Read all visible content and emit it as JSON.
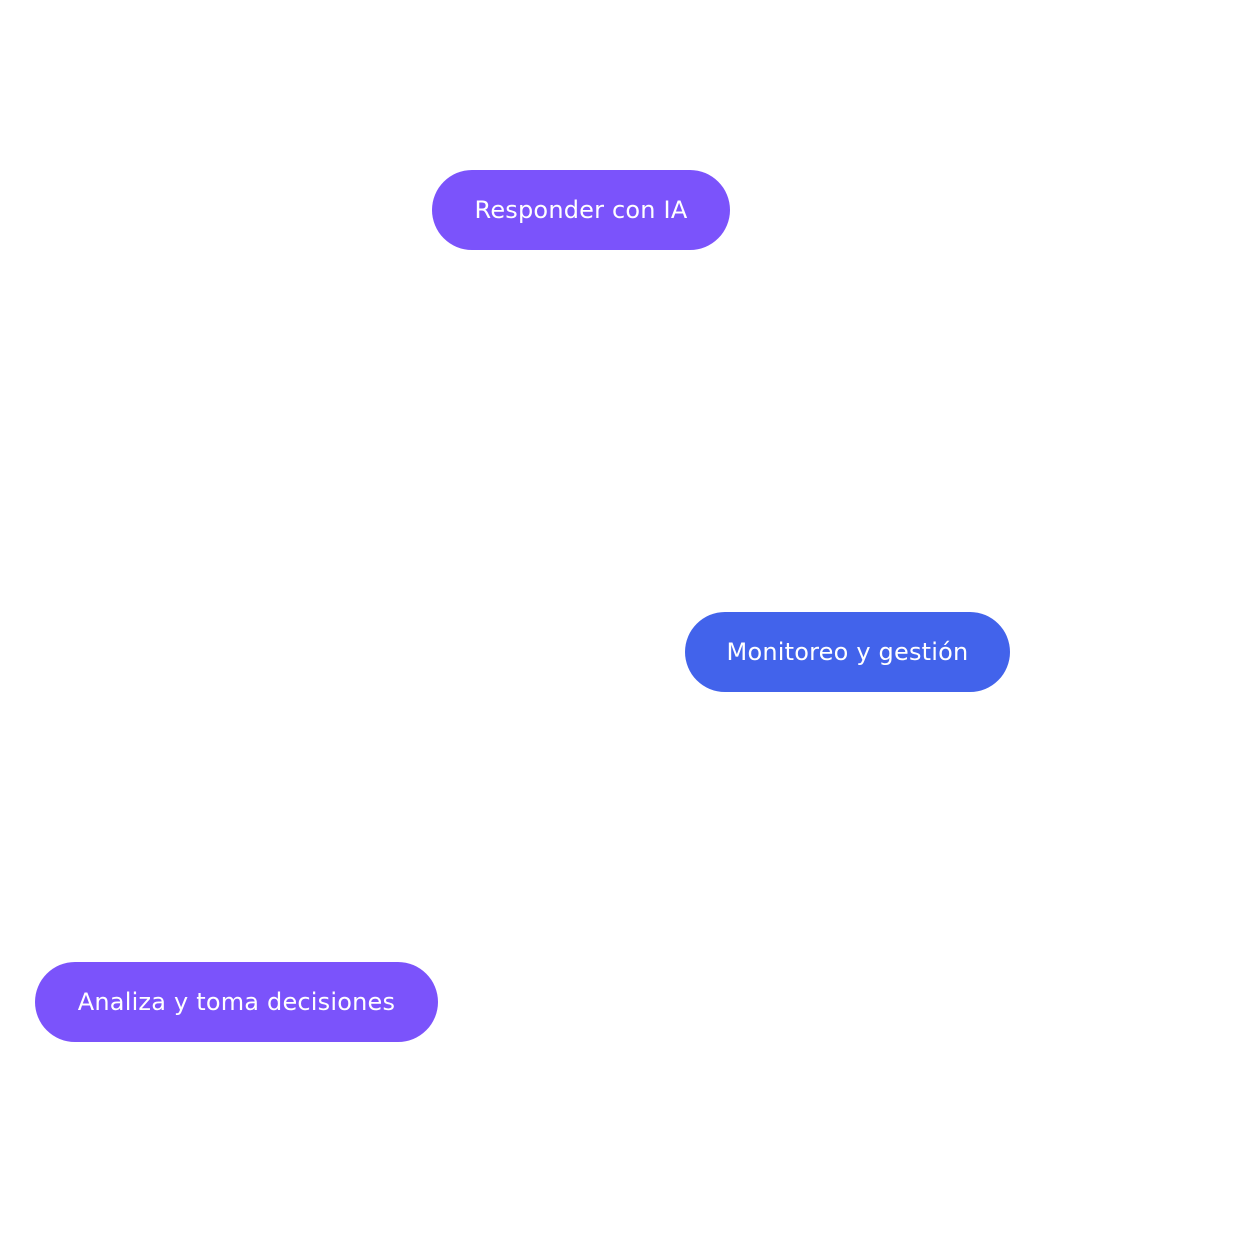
{
  "pills": [
    {
      "label": "Responder con IA",
      "color": "#7B53FB"
    },
    {
      "label": "Monitoreo y gestión",
      "color": "#4263EB"
    },
    {
      "label": "Analiza y toma decisiones",
      "color": "#7B53FB"
    }
  ]
}
